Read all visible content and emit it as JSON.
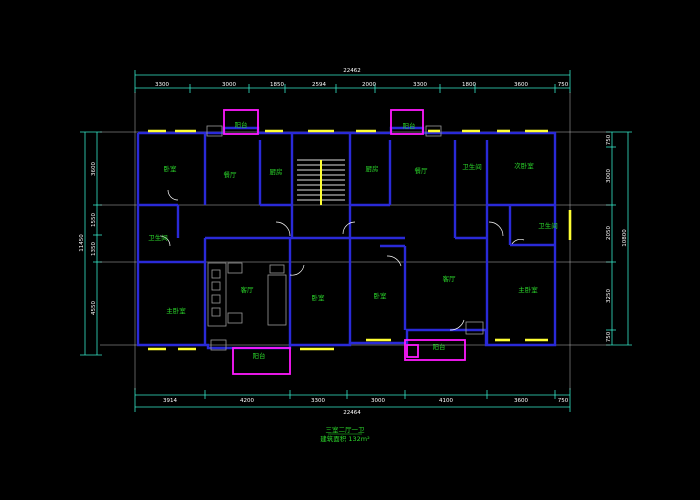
{
  "colors": {
    "background": "#000000",
    "wall": "#2a2ad8",
    "window": "#ffff33",
    "balcony": "#ff1aff",
    "dimension": "#35e8c8",
    "room_text": "#2bd92b",
    "dim_text": "#ffffff",
    "axis": "#ffffff",
    "furniture": "#9a9a9a"
  },
  "top_dims": {
    "total": "22462",
    "segments": [
      "3300",
      "3000",
      "1850",
      "2594",
      "2000",
      "3300",
      "1800",
      "3600",
      "750"
    ]
  },
  "bottom_dims": {
    "total": "22464",
    "segments": [
      "3914",
      "4200",
      "3300",
      "3000",
      "4100",
      "3600",
      "750"
    ]
  },
  "left_dims": {
    "total": "11450",
    "segments": [
      "3600",
      "1550",
      "1350",
      "4550"
    ]
  },
  "right_dims": {
    "total": "10800",
    "segments": [
      "750",
      "3000",
      "2050",
      "3250",
      "750"
    ]
  },
  "rooms": {
    "balcony_top_left": "阳台",
    "balcony_top_right": "阳台",
    "bedroom_nw": "卧室",
    "dining_left": "餐厅",
    "kitchen_left": "厨房",
    "kitchen_right": "厨房",
    "dining_right": "餐厅",
    "bathroom_top_right": "卫生间",
    "second_bedroom": "次卧室",
    "bathroom_left": "卫生间",
    "bathroom_right": "卫生间",
    "master_bedroom_left": "主卧室",
    "living_left": "客厅",
    "bedroom_mid_left": "卧室",
    "bedroom_mid_right": "卧室",
    "living_right": "客厅",
    "master_bedroom_right": "主卧室",
    "balcony_bottom_left": "阳台",
    "balcony_bottom_right": "阳台"
  },
  "caption": {
    "line1": "三室二厅一卫",
    "line2": "建筑面积 132m²"
  }
}
